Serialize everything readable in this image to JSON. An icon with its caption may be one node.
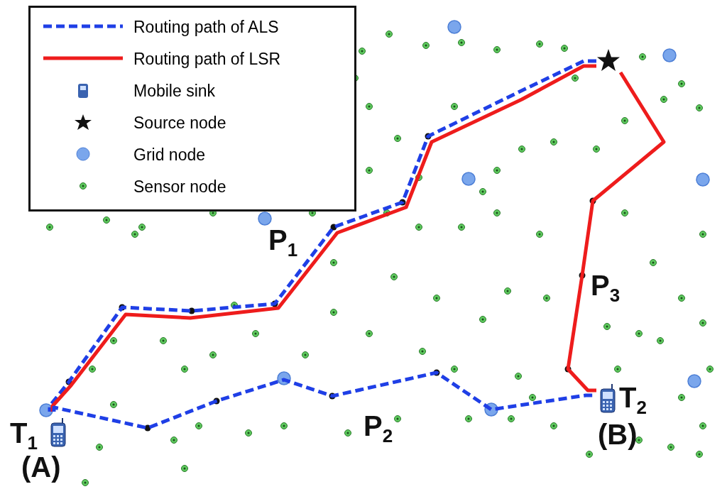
{
  "diagram": {
    "nodes": [
      {
        "text": [
          "T$_{1}$",
          "(A)"
        ]
      },
      {
        "text": [
          "T$_{2}$",
          "(B)"
        ]
      },
      {
        "text": [],
        "shape": "star"
      }
    ],
    "edges": [
      {
        "from": 2,
        "to": 0,
        "arrow": "none",
        "style": "dashed",
        "color": "#1f3fe6"
      },
      {
        "from": 2,
        "to": 0,
        "arrow": "none",
        "color": "#ee1c1c"
      },
      {
        "from": 0,
        "to": 1,
        "arrow": "none",
        "style": "dashed",
        "color": "#1f3fe6"
      },
      {
        "from": 2,
        "to": 1,
        "arrow": "none",
        "color": "#ee1c1c"
      }
    ],
    "labels": [
      "P$_{1}$",
      "P$_{2}$",
      "P$_{3}$"
    ],
    "legend": [
      {
        "text": "Routing path of ALS"
      },
      {
        "text": "Routing path of LSR"
      },
      {
        "text": "Mobile sink"
      },
      {
        "text": "Source node"
      },
      {
        "text": "Grid node"
      },
      {
        "text": "Sensor node"
      }
    ]
  }
}
